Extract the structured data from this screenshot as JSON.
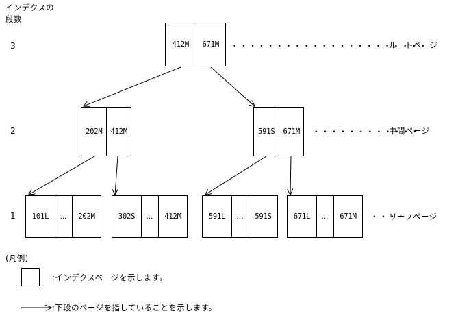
{
  "diagram": {
    "axis_label_line1": "インデクスの",
    "axis_label_line2": "段数",
    "levels": [
      {
        "number": "3",
        "role_label": "ルートページ"
      },
      {
        "number": "2",
        "role_label": "中間ページ"
      },
      {
        "number": "1",
        "role_label": "リーフページ"
      }
    ],
    "root_page": {
      "name": "root-page",
      "cells": [
        "412M",
        "671M"
      ]
    },
    "intermediate_pages": [
      {
        "name": "intermediate-page-left",
        "cells": [
          "202M",
          "412M"
        ]
      },
      {
        "name": "intermediate-page-right",
        "cells": [
          "591S",
          "671M"
        ]
      }
    ],
    "leaf_pages": [
      {
        "name": "leaf-page-1",
        "cells": [
          "101L",
          "…",
          "202M"
        ]
      },
      {
        "name": "leaf-page-2",
        "cells": [
          "302S",
          "…",
          "412M"
        ]
      },
      {
        "name": "leaf-page-3",
        "cells": [
          "591L",
          "…",
          "591S"
        ]
      },
      {
        "name": "leaf-page-4",
        "cells": [
          "671L",
          "…",
          "671M"
        ]
      }
    ],
    "leader_dots": {
      "root": "・・・・・・・・・・・・・・・・・・・・・・",
      "intermediate": "・・・・・・・・・・・・",
      "leaf": "・・・・"
    }
  },
  "legend": {
    "title": "(凡例)",
    "items": [
      {
        "symbol": "box",
        "text": ":インデクスページを示します。"
      },
      {
        "symbol": "arrow",
        "text": ":下段のページを指していることを示します。"
      }
    ]
  },
  "colors": {
    "stroke": "#000000",
    "background": "#ffffff"
  }
}
